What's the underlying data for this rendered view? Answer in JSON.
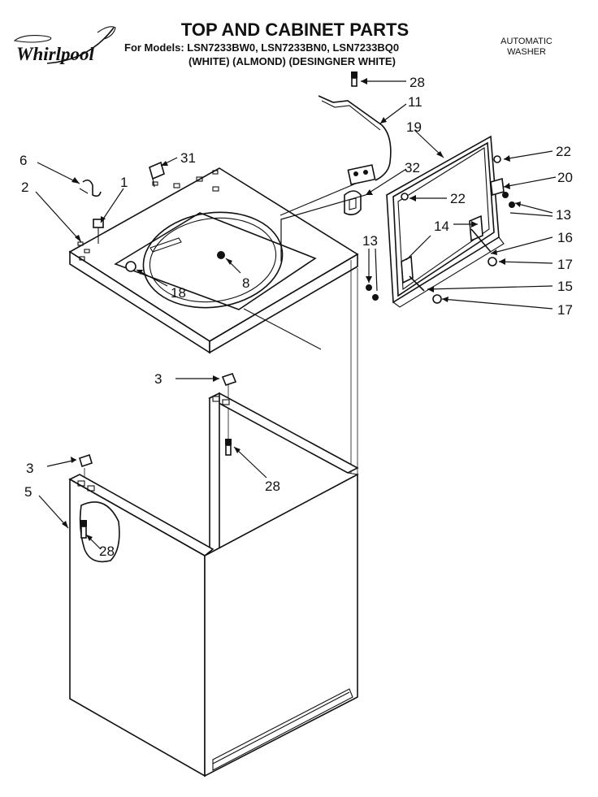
{
  "header": {
    "title": "TOP AND CABINET PARTS",
    "models_line": "For Models: LSN7233BW0, LSN7233BN0, LSN7233BQ0",
    "variants_line": "(WHITE)    (ALMOND) (DESINGNER WHITE)",
    "product_line_1": "AUTOMATIC",
    "product_line_2": "WASHER"
  },
  "brand": {
    "logo_text": "Whirlpool",
    "logo_kind": "brand-logo"
  },
  "callouts": [
    {
      "id": "c6",
      "label": "6"
    },
    {
      "id": "c2",
      "label": "2"
    },
    {
      "id": "c1",
      "label": "1"
    },
    {
      "id": "c31",
      "label": "31"
    },
    {
      "id": "c28a",
      "label": "28"
    },
    {
      "id": "c11",
      "label": "11"
    },
    {
      "id": "c19",
      "label": "19"
    },
    {
      "id": "c32",
      "label": "32"
    },
    {
      "id": "c22a",
      "label": "22"
    },
    {
      "id": "c20",
      "label": "20"
    },
    {
      "id": "c22b",
      "label": "22"
    },
    {
      "id": "c13a",
      "label": "13"
    },
    {
      "id": "c14",
      "label": "14"
    },
    {
      "id": "c16",
      "label": "16"
    },
    {
      "id": "c13b",
      "label": "13"
    },
    {
      "id": "c17a",
      "label": "17"
    },
    {
      "id": "c15",
      "label": "15"
    },
    {
      "id": "c17b",
      "label": "17"
    },
    {
      "id": "c8",
      "label": "8"
    },
    {
      "id": "c18",
      "label": "18"
    },
    {
      "id": "c3a",
      "label": "3"
    },
    {
      "id": "c28b",
      "label": "28"
    },
    {
      "id": "c3b",
      "label": "3"
    },
    {
      "id": "c5",
      "label": "5"
    },
    {
      "id": "c28c",
      "label": "28"
    }
  ]
}
